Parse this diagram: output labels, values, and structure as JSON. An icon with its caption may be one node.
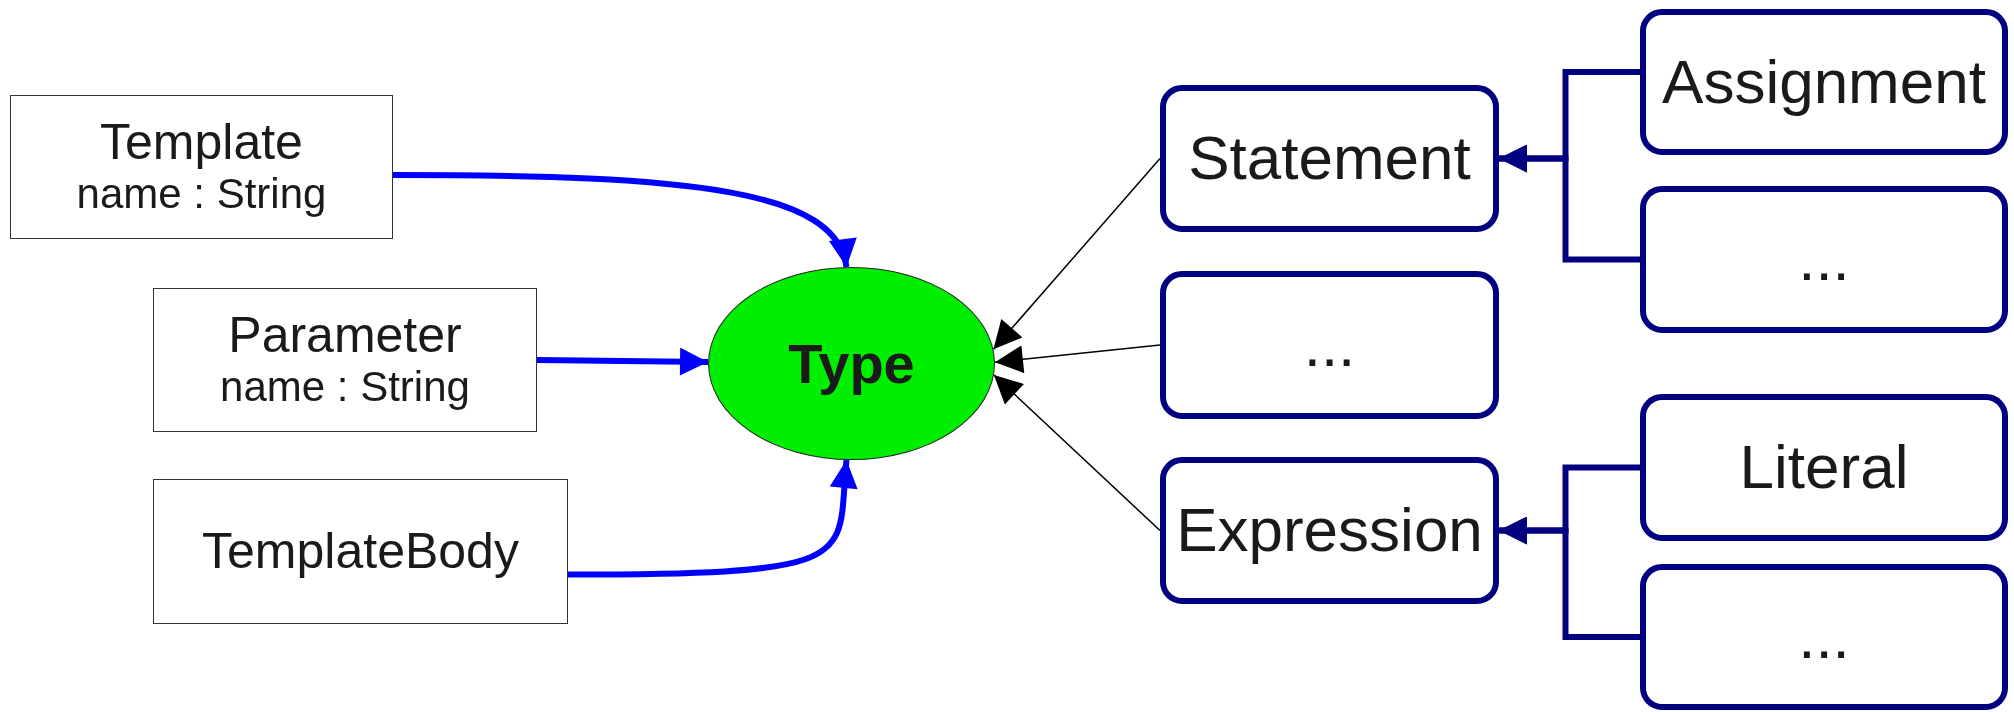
{
  "diagram": {
    "nodes": [
      {
        "text": [
          "Template",
          "name : String"
        ]
      },
      {
        "text": [
          "Parameter",
          "name : String"
        ]
      },
      {
        "text": [
          "TemplateBody"
        ]
      },
      {
        "text": [
          "Type"
        ]
      },
      {
        "text": [
          "Statement"
        ]
      },
      {
        "text": [
          "..."
        ]
      },
      {
        "text": [
          "Expression"
        ]
      },
      {
        "text": [
          "Assignment"
        ]
      },
      {
        "text": [
          "..."
        ]
      },
      {
        "text": [
          "Literal"
        ]
      },
      {
        "text": [
          "..."
        ]
      }
    ],
    "edges": [
      {
        "from": 0,
        "to": 3,
        "arrow": "to",
        "color": "#0000ff"
      },
      {
        "from": 1,
        "to": 3,
        "arrow": "to",
        "color": "#0000ff"
      },
      {
        "from": 2,
        "to": 3,
        "arrow": "to",
        "color": "#0000ff"
      },
      {
        "from": 4,
        "to": 3,
        "arrow": "to",
        "color": "#000000"
      },
      {
        "from": 5,
        "to": 3,
        "arrow": "to",
        "color": "#000000"
      },
      {
        "from": 6,
        "to": 3,
        "arrow": "to",
        "color": "#000000"
      },
      {
        "from": 7,
        "to": 4,
        "arrow": "to"
      },
      {
        "from": 8,
        "to": 4,
        "arrow": "to"
      },
      {
        "from": 9,
        "to": 6,
        "arrow": "to"
      },
      {
        "from": 10,
        "to": 6,
        "arrow": "to"
      }
    ]
  }
}
